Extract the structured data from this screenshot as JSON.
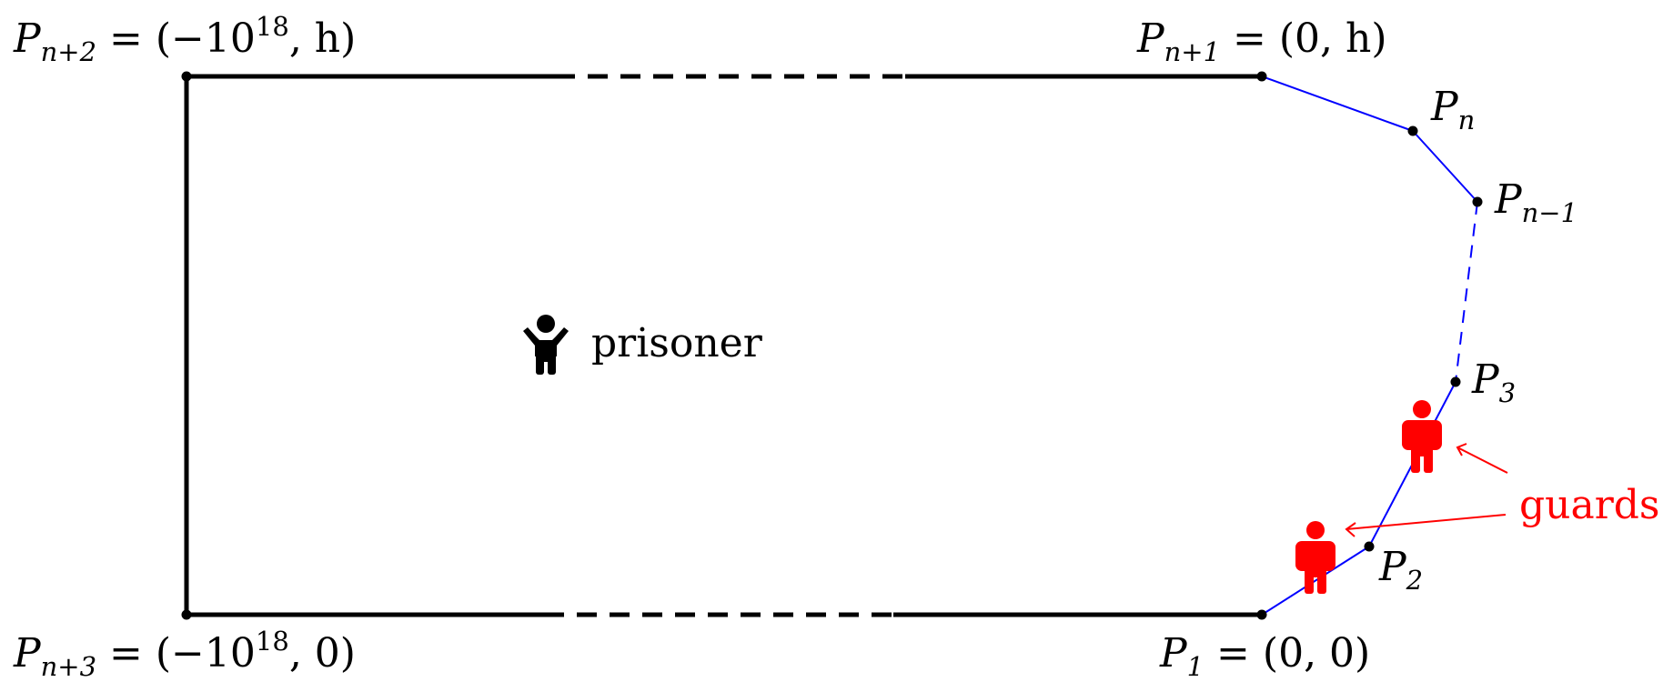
{
  "labels": {
    "pn2": {
      "main": "P",
      "sub": "n+2",
      "rest": " = (−10",
      "sup": "18",
      "tail": ", h)"
    },
    "pn3": {
      "main": "P",
      "sub": "n+3",
      "rest": " = (−10",
      "sup": "18",
      "tail": ", 0)"
    },
    "pn1": {
      "main": "P",
      "sub": "n+1",
      "rest": " = (0, h)"
    },
    "p1": {
      "main": "P",
      "sub": "1",
      "rest": " = (0, 0)"
    },
    "pn": {
      "main": "P",
      "sub": "n"
    },
    "pnm1": {
      "main": "P",
      "sub": "n−1"
    },
    "p3": {
      "main": "P",
      "sub": "3"
    },
    "p2": {
      "main": "P",
      "sub": "2"
    },
    "prisoner": "prisoner",
    "guards": "guards"
  },
  "colors": {
    "wall": "#000000",
    "chain": "#0000ff",
    "guard": "#ff0000"
  },
  "icons": {
    "prisoner": "person-arms-up-icon",
    "guard": "person-standing-icon"
  }
}
